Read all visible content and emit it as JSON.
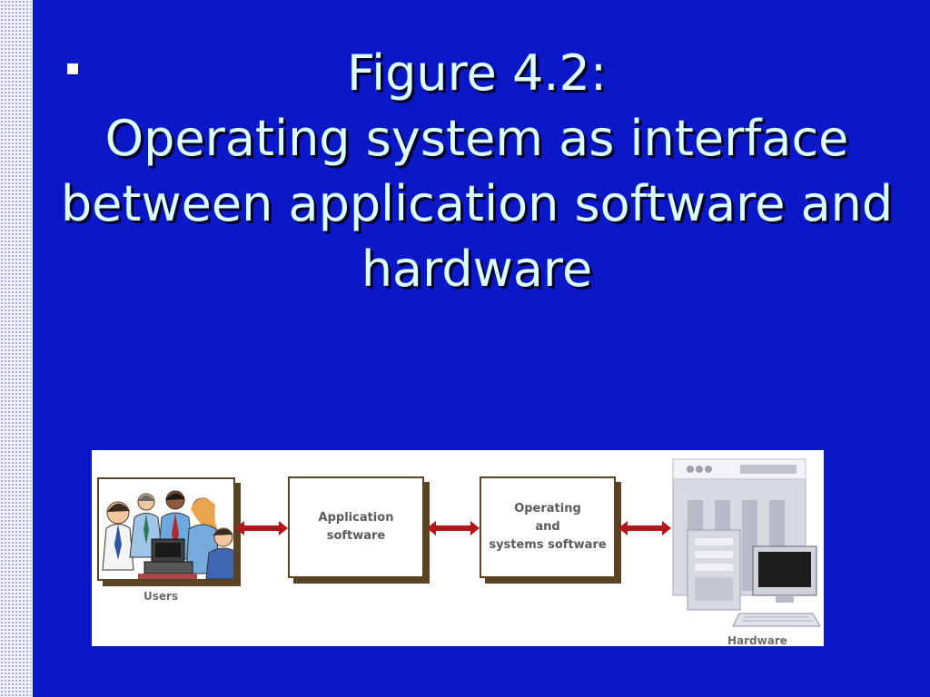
{
  "slide": {
    "bullet": "▪",
    "title_lines": [
      "Figure 4.2:",
      "Operating system as interface",
      "between application software and",
      "hardware"
    ]
  },
  "diagram": {
    "users_label": "Users",
    "application_box": [
      "Application",
      "software"
    ],
    "operating_box": [
      "Operating",
      "and",
      "systems software"
    ],
    "hardware_label": "Hardware"
  },
  "colors": {
    "background": "#0b18c8",
    "title_text": "#d9ffff",
    "box_shadow": "#5a4320",
    "arrow": "#b3151b"
  },
  "icons": [
    "users-illustration-icon",
    "bidirectional-arrow-icon",
    "server-hardware-icon"
  ]
}
